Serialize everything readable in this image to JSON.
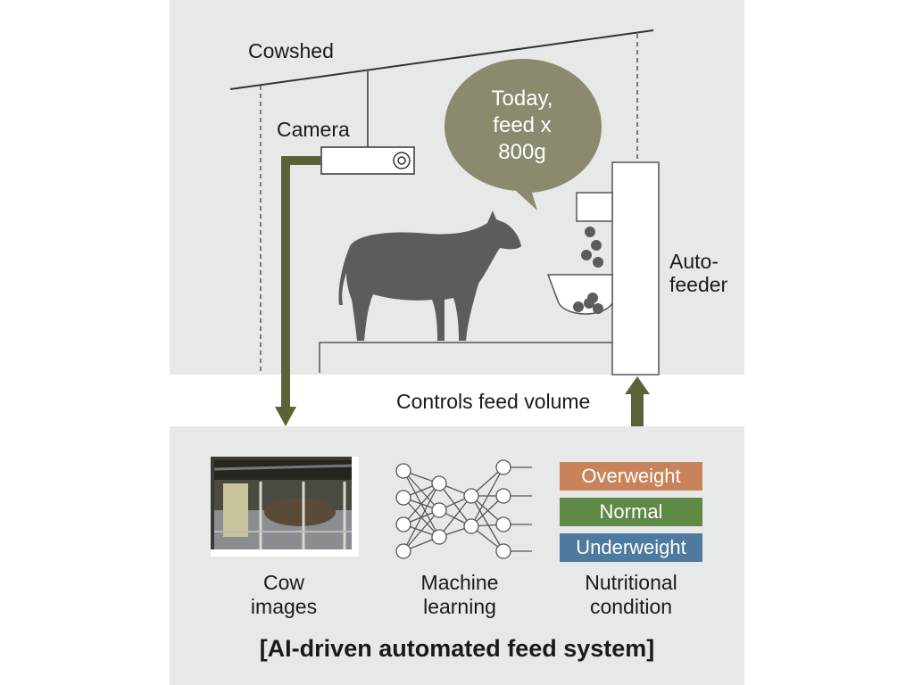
{
  "labels": {
    "cowshed": "Cowshed",
    "camera": "Camera",
    "auto_feeder_line1": "Auto-",
    "auto_feeder_line2": "feeder",
    "controls": "Controls feed volume"
  },
  "speech_bubble": {
    "line1": "Today,",
    "line2": "feed x",
    "line3": "800g"
  },
  "process": {
    "cow_images_line1": "Cow",
    "cow_images_line2": "images",
    "ml_line1": "Machine",
    "ml_line2": "learning",
    "nutrition_line1": "Nutritional",
    "nutrition_line2": "condition"
  },
  "conditions": [
    {
      "label": "Overweight",
      "color": "#c9835a"
    },
    {
      "label": "Normal",
      "color": "#5f8a46"
    },
    {
      "label": "Underweight",
      "color": "#4d7a9e"
    }
  ],
  "title": "[AI-driven automated feed system]",
  "colors": {
    "panel": "#e7e9e9",
    "arrow": "#5b6238",
    "bubble": "#8b8a6e",
    "cow": "#5c5c5c"
  }
}
